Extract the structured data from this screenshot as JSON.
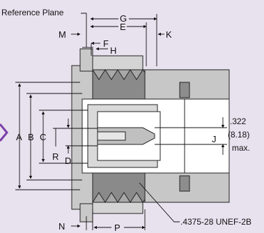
{
  "labels": {
    "reference_plane": "Reference Plane",
    "G": "G",
    "E": "E",
    "M": "M",
    "K": "K",
    "F": "F",
    "H": "H",
    "A": "A",
    "B": "B",
    "C": "C",
    "R": "R",
    "D": "D",
    "J": "J",
    "N": "N",
    "P": "P"
  },
  "annotations": {
    "dim_value": ".322",
    "dim_metric": "(8.18)",
    "dim_qualifier": "max.",
    "thread_spec": ".4375-28 UNEF-2B"
  },
  "colors": {
    "background": "#e8e1ee",
    "metal_light": "#c4c4c4",
    "metal_dark": "#8a8a8a",
    "cut_face": "#ffffff",
    "edge_marker": "#7b3fa8"
  }
}
